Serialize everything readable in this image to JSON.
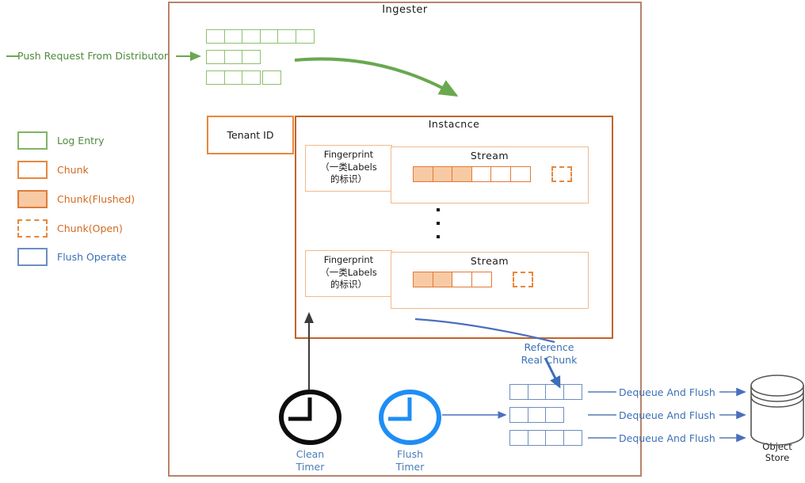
{
  "diagram": {
    "title": "Ingester",
    "frame_color": "#b8836a"
  },
  "legend": {
    "items": [
      {
        "label": "Log Entry",
        "swatch": "log-entry-swatch",
        "color": "#4f8a3d"
      },
      {
        "label": "Chunk",
        "swatch": "chunk-swatch",
        "color": "#d2691e"
      },
      {
        "label": "Chunk(Flushed)",
        "swatch": "chunk-flushed-swatch",
        "color": "#d2691e"
      },
      {
        "label": "Chunk(Open)",
        "swatch": "chunk-open-swatch",
        "color": "#d2691e"
      },
      {
        "label": "Flush Operate",
        "swatch": "flush-operate-swatch",
        "color": "#3b6fb6"
      }
    ]
  },
  "input": {
    "push_label": "Push Request From Distributor",
    "log_rows": [
      {
        "cells": 6
      },
      {
        "cells": 3
      },
      {
        "cells": 4
      }
    ]
  },
  "instance": {
    "tenant_id_label": "Tenant ID",
    "title": "Instacnce",
    "ellipsis": "⋮",
    "streams": [
      {
        "fingerprint_lines": [
          "Fingerprint",
          "（一类Labels",
          "的标识）"
        ],
        "stream_title": "Stream",
        "chunks_flushed": 3,
        "chunks_empty": 3,
        "open_chunk": true
      },
      {
        "fingerprint_lines": [
          "Fingerprint",
          "（一类Labels",
          "的标识）"
        ],
        "stream_title": "Stream",
        "chunks_flushed": 2,
        "chunks_empty": 2,
        "open_chunk": true
      }
    ]
  },
  "timers": [
    {
      "name": "clean-timer",
      "label_line1": "Clean",
      "label_line2": "Timer",
      "color": "#0d0d0d"
    },
    {
      "name": "flush-timer",
      "label_line1": "Flush",
      "label_line2": "Timer",
      "color": "#1f8df5"
    }
  ],
  "flush": {
    "reference_label_line1": "Reference",
    "reference_label_line2": "Real Chunk",
    "queues": [
      {
        "cells": 4,
        "dequeue_label": "Dequeue And Flush"
      },
      {
        "cells": 3,
        "dequeue_label": "Dequeue And Flush"
      },
      {
        "cells": 4,
        "dequeue_label": "Dequeue And Flush"
      }
    ]
  },
  "object_store": {
    "label_line1": "Object",
    "label_line2": "Store"
  },
  "colors": {
    "green": "#82b366",
    "orange": "#e8873c",
    "orange_fill": "#f8caa4",
    "blue": "#6c8ebf",
    "brown": "#b8836a"
  }
}
